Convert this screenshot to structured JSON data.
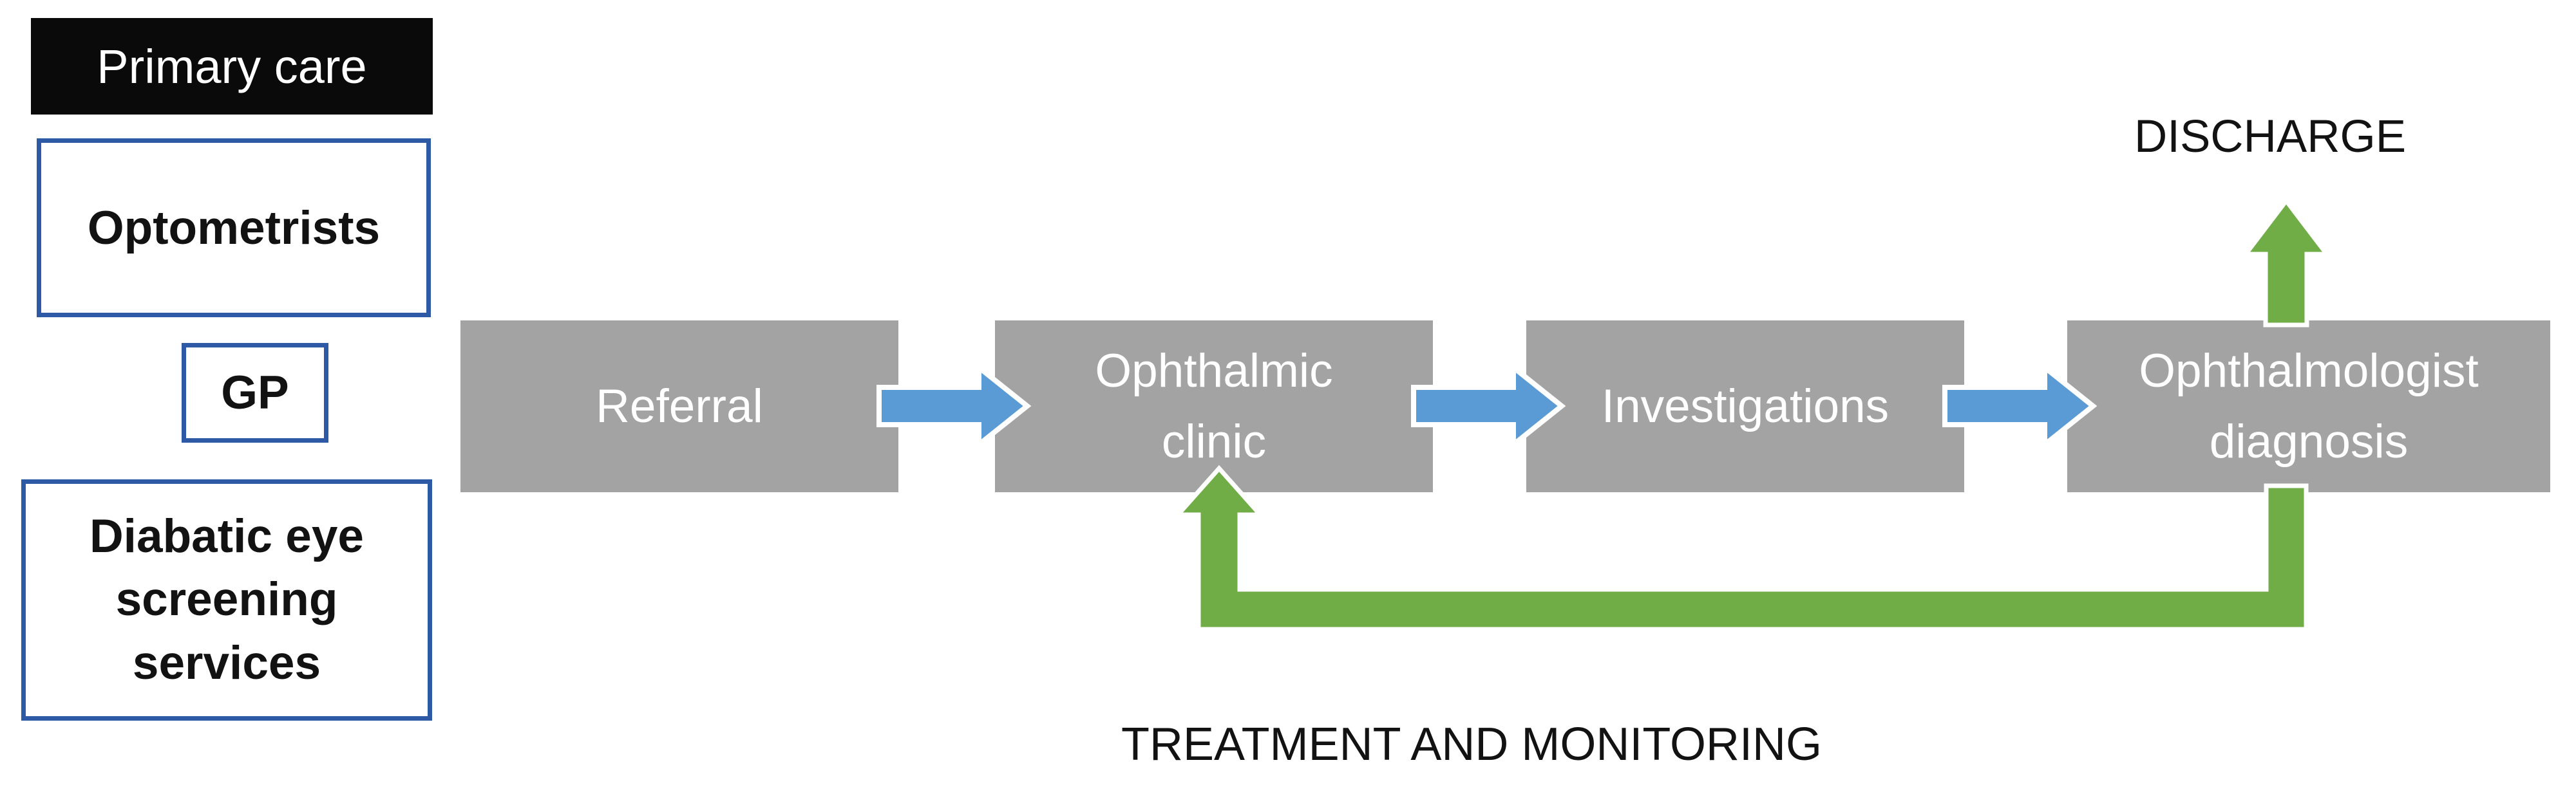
{
  "colors": {
    "box_gray": "#a3a3a3",
    "arrow_blue": "#5b9bd5",
    "green": "#70ad47",
    "border_blue": "#2e59a5",
    "box_black": "#0a0a0a",
    "text_white": "#ffffff",
    "text_black": "#121212"
  },
  "sources": {
    "primary_care": "Primary care",
    "optometrists": "Optometrists",
    "gp": "GP",
    "diabetic_screening": "Diabatic eye\nscreening\nservices"
  },
  "flow": {
    "referral": "Referral",
    "ophthalmic_clinic": "Ophthalmic\nclinic",
    "investigations": "Investigations",
    "ophthalmologist_diagnosis": "Ophthalmologist\ndiagnosis"
  },
  "labels": {
    "discharge": "DISCHARGE",
    "treatment_monitoring": "TREATMENT AND MONITORING"
  },
  "icons": {
    "flow_arrow": "right-block-arrow",
    "discharge_arrow": "up-block-arrow",
    "loop_arrow": "return-loop-arrow"
  }
}
